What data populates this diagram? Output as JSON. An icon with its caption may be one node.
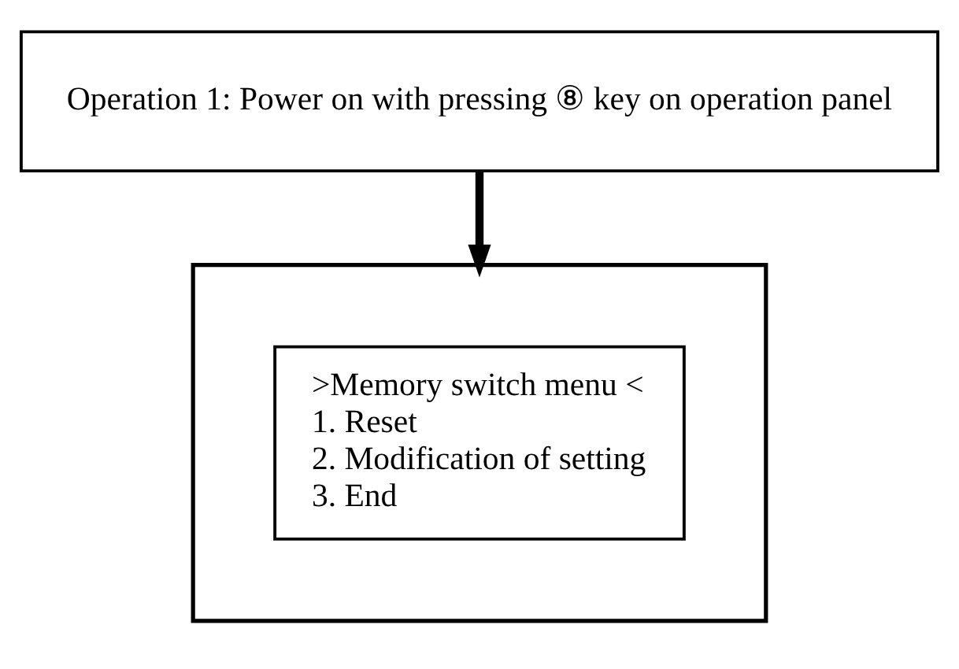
{
  "diagram": {
    "nodes": [
      {
        "text": [
          "Operation 1: Power on with pressing ⑧ key on operation panel"
        ]
      },
      {
        "text": [],
        "shape": "box"
      },
      {
        "text": [
          ">Memory switch menu <",
          "1. Reset",
          "2. Modification of setting",
          "3. End"
        ],
        "in": 1
      }
    ],
    "edges": [
      {
        "from": 0,
        "to": 1,
        "arrow": "to"
      }
    ]
  }
}
